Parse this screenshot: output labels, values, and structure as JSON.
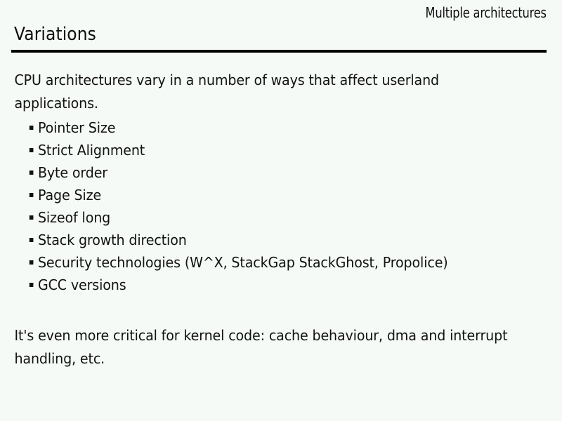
{
  "slide": {
    "header": {
      "subtitle": "Multiple architectures",
      "title": "Variations",
      "rule_color": "#000000"
    },
    "body": {
      "intro_paragraph": "CPU architectures vary in a number of ways that affect userland applications.",
      "bullets": [
        {
          "label": "Pointer Size"
        },
        {
          "label": "Strict Alignment"
        },
        {
          "label": "Byte order"
        },
        {
          "label": "Page Size"
        },
        {
          "label": "Sizeof long"
        },
        {
          "label": "Stack growth direction"
        },
        {
          "label": "Security technologies (W^X, StackGap StackGhost, Propolice)"
        },
        {
          "label": "GCC versions"
        }
      ],
      "outro_paragraph": "It's even more critical for kernel code: cache behaviour, dma and interrupt handling, etc."
    },
    "colors": {
      "background": "#f5faf6",
      "text": "#121212",
      "rule": "#000000",
      "bullet_marker": "#111111"
    }
  }
}
